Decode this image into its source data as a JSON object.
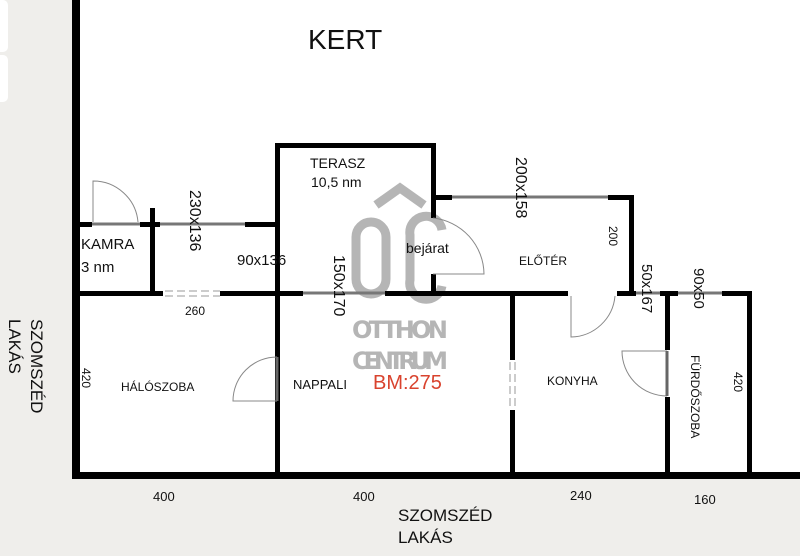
{
  "outside": {
    "garden": "KERT",
    "neighbor_left": [
      "SZOMSZÉD",
      "LAKÁS"
    ],
    "neighbor_bottom": [
      "SZOMSZÉD",
      "LAKÁS"
    ]
  },
  "rooms": {
    "terrace": {
      "name": "TERASZ",
      "area": "10,5 nm"
    },
    "pantry": {
      "name": "KAMRA",
      "area": "3 nm"
    },
    "entrance": "bejárat",
    "hall": "ELŐTÉR",
    "bedroom": "HÁLÓSZOBA",
    "living": "NAPPALI",
    "kitchen": "KONYHA",
    "bathroom": "FÜRDŐSZOBA"
  },
  "dimensions": {
    "window_230x136": "230x136",
    "window_90x136": "90x136",
    "door_150x170": "150x170",
    "window_200x158": "200x158",
    "hall_200": "200",
    "window_50x167": "50x167",
    "window_90x50": "90x50",
    "opening_260": "260",
    "bedroom_420": "420",
    "bathroom_420": "420",
    "bottom_400a": "400",
    "bottom_400b": "400",
    "bottom_240": "240",
    "bottom_160": "160"
  },
  "logo": {
    "line1": "OTTHON",
    "line2": "CENTRUM",
    "monogram": "OC"
  },
  "reference": "BM:275",
  "colors": {
    "reference": "#d9432e",
    "logo": "#b5b5b5",
    "background": "#efeeeb"
  }
}
